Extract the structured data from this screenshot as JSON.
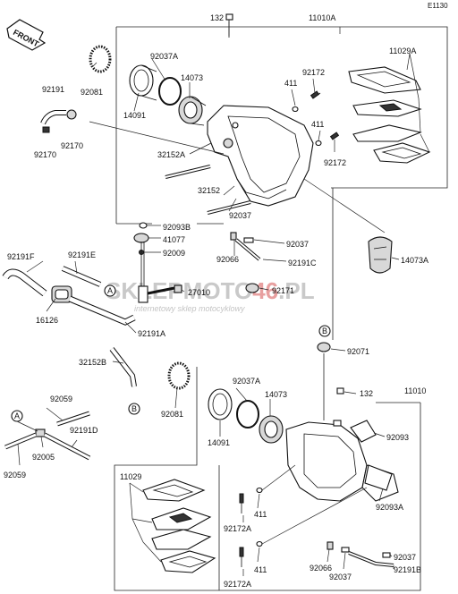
{
  "diagram_code": "E1130",
  "front_label": "FRONT",
  "watermark": {
    "brand_prefix": "SKLEPMOTO",
    "brand_highlight": "46",
    "brand_suffix": ".PL",
    "tagline": "internetowy sklep motocyklowy"
  },
  "connectors": {
    "a": "A",
    "b": "B"
  },
  "labels": {
    "p132_top": "132",
    "p11010a": "11010A",
    "p92081_top": "92081",
    "p92037a_top": "92037A",
    "p14073_top": "14073",
    "p14091_top": "14091",
    "p92191": "92191",
    "p92170_a": "92170",
    "p92170_b": "92170",
    "p411_a": "411",
    "p92172_a": "92172",
    "p11029a": "11029A",
    "p411_b": "411",
    "p92172_b": "92172",
    "p32152a": "32152A",
    "p32152": "32152",
    "p92037_a": "92037",
    "p92093b": "92093B",
    "p41077": "41077",
    "p92009": "92009",
    "p92037_b": "92037",
    "p92066_top": "92066",
    "p92191c": "92191C",
    "p14073a": "14073A",
    "p92191f": "92191F",
    "p92191e": "92191E",
    "p27010": "27010",
    "p92171": "92171",
    "p16126": "16126",
    "p92191a": "92191A",
    "p32152b": "32152B",
    "p92071": "92071",
    "p92081_bot": "92081",
    "p92037a_bot": "92037A",
    "p14073_bot": "14073",
    "p132_bot": "132",
    "p11010": "11010",
    "p92059_a": "92059",
    "p92005": "92005",
    "p92191d": "92191D",
    "p92059_b": "92059",
    "p14091_bot": "14091",
    "p92093": "92093",
    "p11029": "11029",
    "p92093a": "92093A",
    "p92172a_a": "92172A",
    "p411_c": "411",
    "p92172a_b": "92172A",
    "p411_d": "411",
    "p92066_bot": "92066",
    "p92037_c": "92037",
    "p92037_d": "92037",
    "p92191b": "92191B"
  }
}
